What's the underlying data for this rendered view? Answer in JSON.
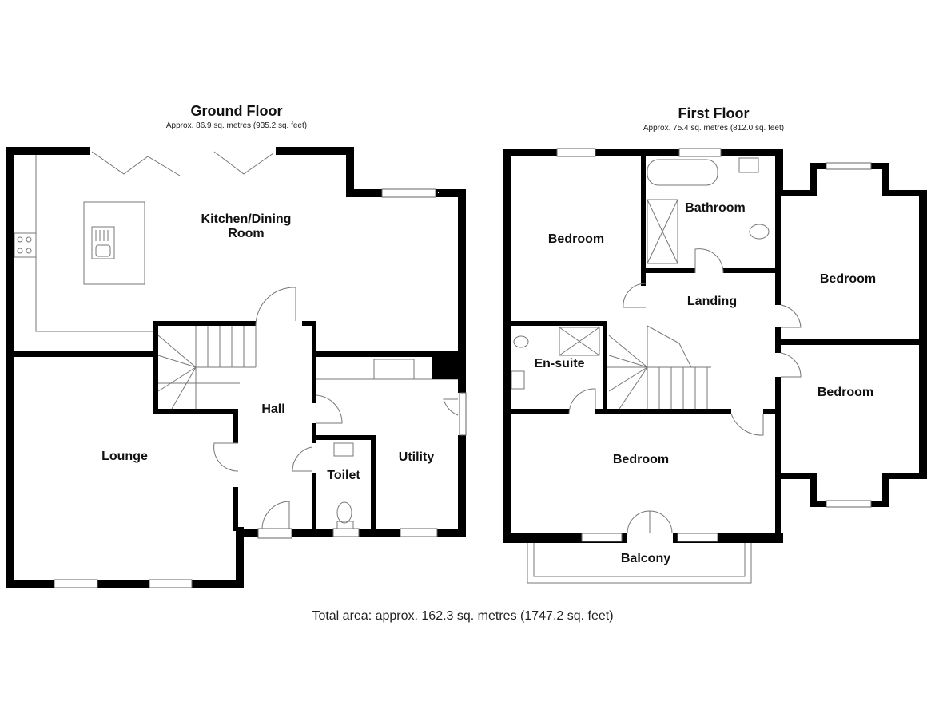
{
  "ground_floor": {
    "title": "Ground Floor",
    "area": "Approx. 86.9 sq. metres (935.2 sq. feet)",
    "rooms": {
      "kitchen_line1": "Kitchen/Dining",
      "kitchen_line2": "Room",
      "lounge": "Lounge",
      "hall": "Hall",
      "toilet": "Toilet",
      "utility": "Utility"
    }
  },
  "first_floor": {
    "title": "First Floor",
    "area": "Approx. 75.4 sq. metres (812.0 sq. feet)",
    "rooms": {
      "bedroom_top_left": "Bedroom",
      "bathroom": "Bathroom",
      "landing": "Landing",
      "bedroom_right_top": "Bedroom",
      "en_suite": "En-suite",
      "bedroom_right_bottom": "Bedroom",
      "bedroom_main": "Bedroom",
      "balcony": "Balcony"
    }
  },
  "total_area": "Total area: approx. 162.3 sq. metres (1747.2 sq. feet)"
}
